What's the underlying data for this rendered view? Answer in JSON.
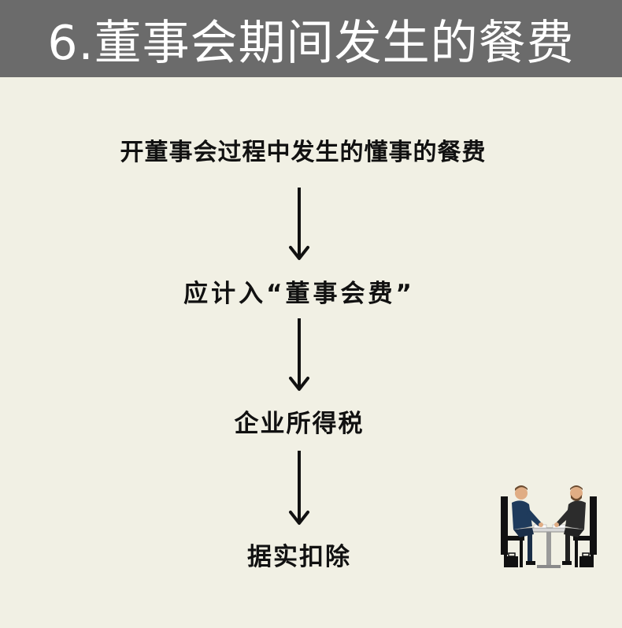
{
  "header": {
    "title": "6.董事会期间发生的餐费"
  },
  "flow": {
    "steps": [
      "开董事会过程中发生的懂事的餐费",
      "应计入“董事会费”",
      "企业所得税",
      "据实扣除"
    ]
  },
  "colors": {
    "background": "#f1f0e4",
    "header": "#6b6b6b",
    "text": "#111111"
  },
  "icons": {
    "arrow": "arrow-down-icon",
    "illustration": "business-meeting-icon"
  }
}
